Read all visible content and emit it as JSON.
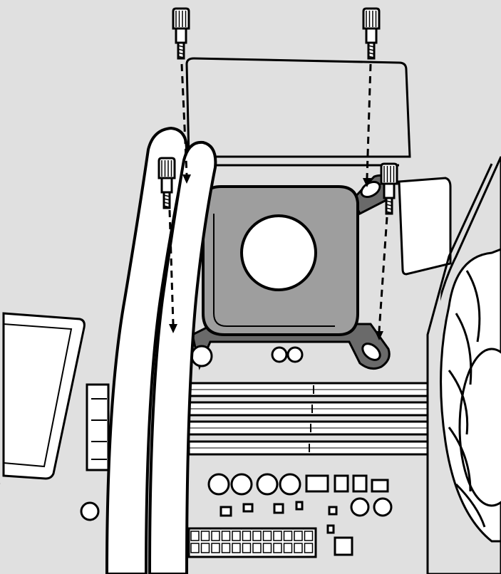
{
  "figure": {
    "colors": {
      "background": "#e0e0e0",
      "line": "#000000",
      "cold_plate": "#9e9e9e",
      "part_fill": "#ffffff"
    },
    "parts": [
      "motherboard",
      "cpu-socket-bracket",
      "water-block",
      "radiator-tubes",
      "standoff-screws",
      "ram-slots",
      "fan"
    ],
    "screw_count": 4
  }
}
